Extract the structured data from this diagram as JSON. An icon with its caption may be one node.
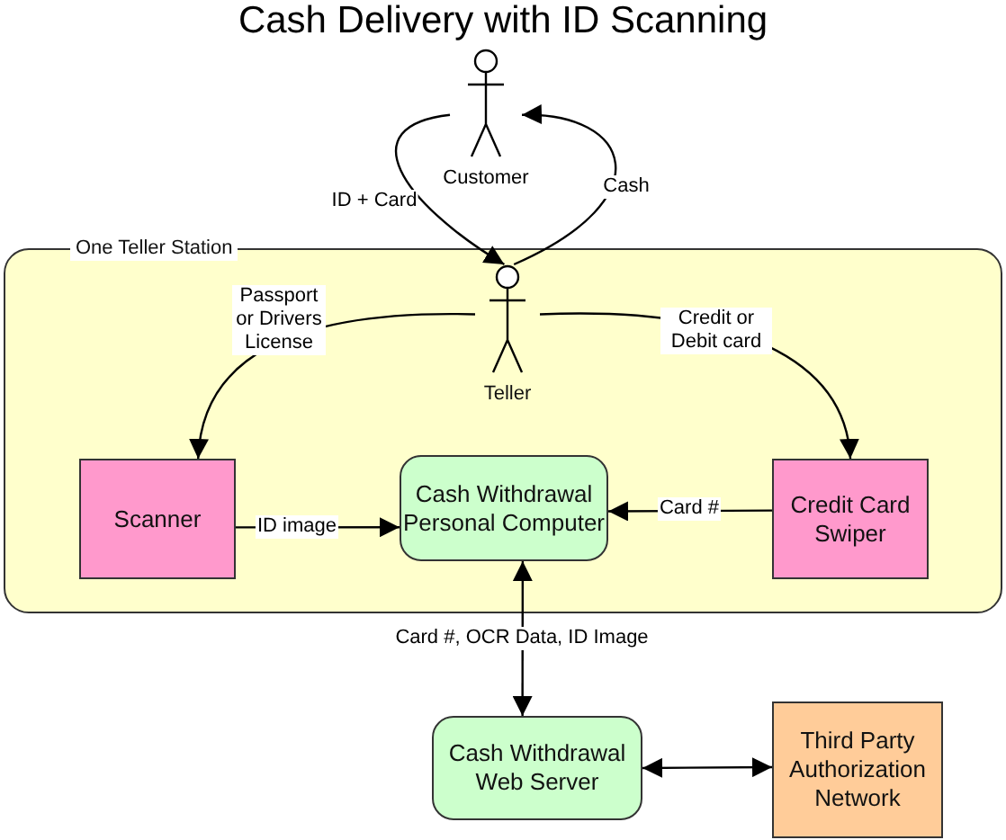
{
  "diagram": {
    "title": "Cash Delivery with ID Scanning",
    "nodes": [
      {
        "text": [
          "One Teller Station"
        ]
      },
      {
        "text": [
          "Customer"
        ]
      },
      {
        "text": [
          "Teller"
        ],
        "in": 0
      },
      {
        "text": [
          "Scanner"
        ],
        "in": 0
      },
      {
        "text": [
          "Cash Withdrawal Personal Computer"
        ],
        "in": 0
      },
      {
        "text": [
          "Credit Card Swiper"
        ],
        "in": 0
      },
      {
        "text": [
          "Cash Withdrawal Web Server"
        ]
      },
      {
        "text": [
          "Third Party Authorization Network"
        ]
      }
    ],
    "edges": [
      {
        "from": 1,
        "to": 2,
        "arrow": "to",
        "label": "ID + Card"
      },
      {
        "from": 2,
        "to": 1,
        "arrow": "to",
        "label": "Cash"
      },
      {
        "from": 2,
        "to": 3,
        "arrow": "to",
        "label": "Passport or Drivers License"
      },
      {
        "from": 2,
        "to": 5,
        "arrow": "to",
        "label": "Credit or Debit card"
      },
      {
        "from": 3,
        "to": 4,
        "arrow": "to",
        "label": "ID image"
      },
      {
        "from": 5,
        "to": 4,
        "arrow": "to",
        "label": "Card #"
      },
      {
        "from": 4,
        "to": 6,
        "arrow": "both",
        "label": "Card #, OCR Data, ID Image"
      },
      {
        "from": 6,
        "to": 7,
        "arrow": "both"
      }
    ]
  }
}
